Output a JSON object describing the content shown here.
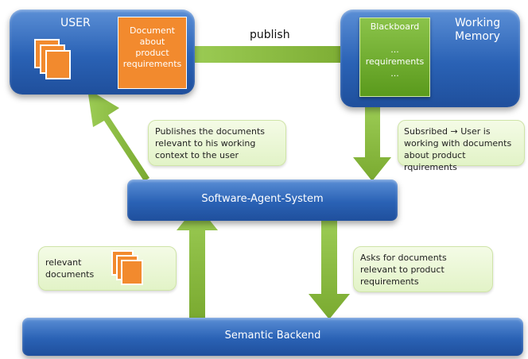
{
  "colors": {
    "panel": "#2a62b5",
    "arrow": "#8bbf3e",
    "doc": "#f28a2e",
    "note": "#e8f5d2"
  },
  "user": {
    "title": "USER",
    "doc_lines": [
      "Document",
      "about",
      "product",
      "requirements"
    ]
  },
  "memory": {
    "title_lines": [
      "Working",
      "Memory"
    ],
    "blackboard_title": "Blackboard",
    "bb_lines": [
      "...",
      "requirements",
      "..."
    ]
  },
  "publish_label": "publish",
  "agent": {
    "title": "Software-Agent-System"
  },
  "backend": {
    "title": "Semantic Backend"
  },
  "notes": {
    "publishes": [
      "Publishes the documents",
      "relevant to his working",
      "context to the user"
    ],
    "subscribed": [
      "Subsribed → User is",
      "working with documents",
      "about product rquirements"
    ],
    "relevant": [
      "relevant",
      "documents"
    ],
    "asks": [
      "Asks for documents",
      "relevant to  product",
      "requirements"
    ]
  },
  "icons": [
    "document-stack-icon",
    "document-stack-icon"
  ]
}
